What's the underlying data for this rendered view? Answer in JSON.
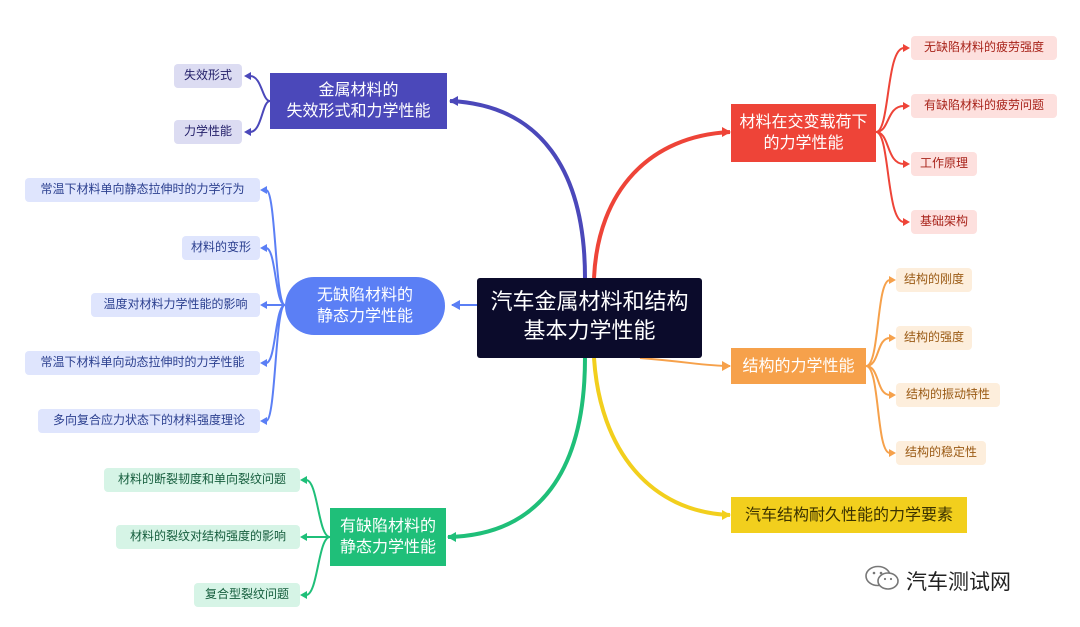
{
  "center": "汽车金属材料和结构\n基本力学性能",
  "branches": {
    "metal": {
      "title": "金属材料的\n失效形式和力学性能",
      "color": "#4b48ba",
      "leaves": [
        "失效形式",
        "力学性能"
      ]
    },
    "nodefect": {
      "title": "无缺陷材料的\n静态力学性能",
      "color": "#5b7ff5",
      "leaves": [
        "常温下材料单向静态拉伸时的力学行为",
        "材料的变形",
        "温度对材料力学性能的影响",
        "常温下材料单向动态拉伸时的力学性能",
        "多向复合应力状态下的材料强度理论"
      ]
    },
    "defect": {
      "title": "有缺陷材料的\n静态力学性能",
      "color": "#1fbf79",
      "leaves": [
        "材料的断裂韧度和单向裂纹问题",
        "材料的裂纹对结构强度的影响",
        "复合型裂纹问题"
      ]
    },
    "alternating": {
      "title": "材料在交变载荷下\n的力学性能",
      "color": "#ee4438",
      "leaves": [
        "无缺陷材料的疲劳强度",
        "有缺陷材料的疲劳问题",
        "工作原理",
        "基础架构"
      ]
    },
    "structure": {
      "title": "结构的力学性能",
      "color": "#f6a14b",
      "leaves": [
        "结构的刚度",
        "结构的强度",
        "结构的振动特性",
        "结构的稳定性"
      ]
    },
    "durability": {
      "title": "汽车结构耐久性能的力学要素",
      "color": "#f2cf1d",
      "leaves": []
    }
  },
  "watermark": {
    "text": "汽车测试网",
    "icon": "wechat-icon"
  }
}
